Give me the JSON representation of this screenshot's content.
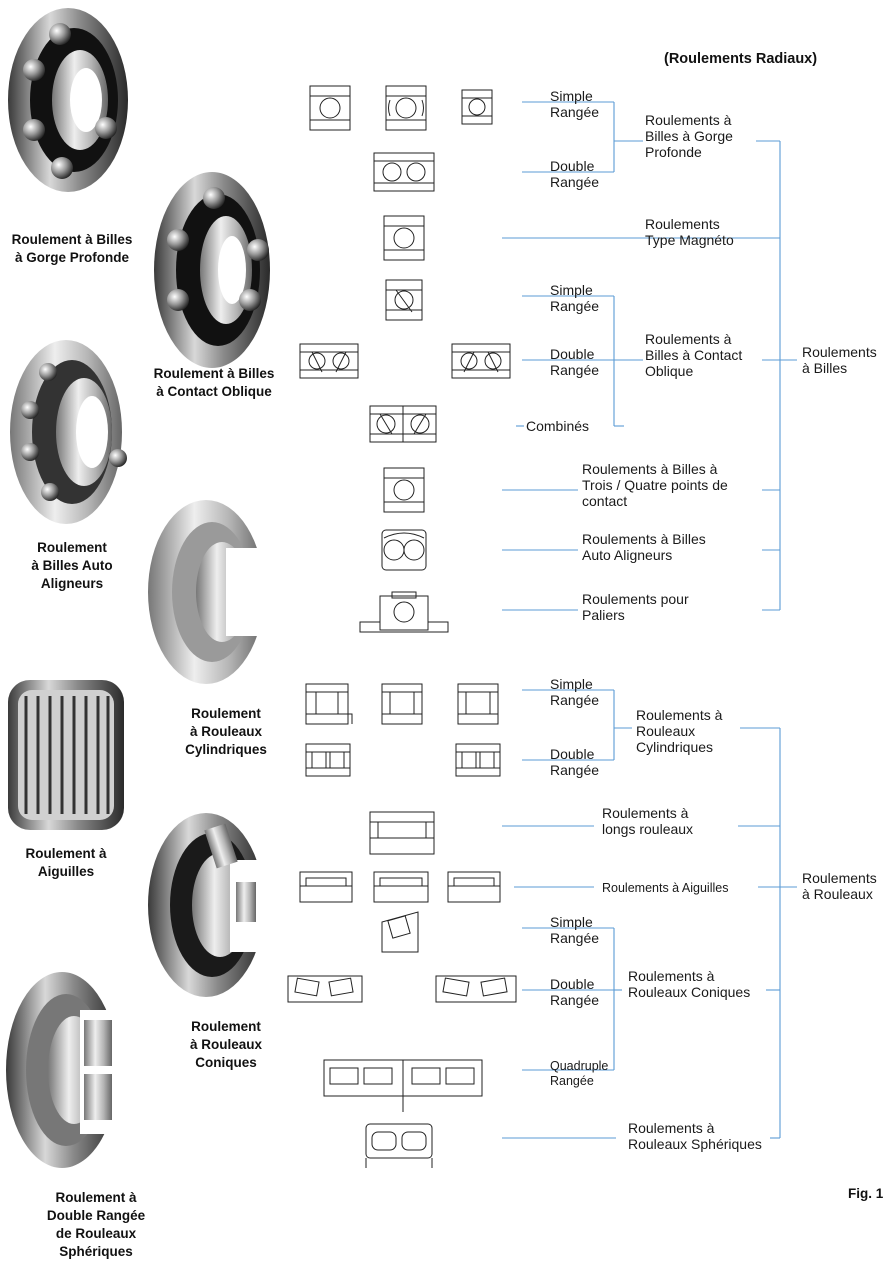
{
  "title": "(Roulements Radiaux)",
  "figure_label": "Fig. 1",
  "photo_captions": {
    "deep_groove": [
      "Roulement à Billes",
      "à Gorge Profonde"
    ],
    "angular_contact": [
      "Roulement à Billes",
      "à Contact Oblique"
    ],
    "self_aligning": [
      "Roulement",
      "à Billes Auto",
      "Aligneurs"
    ],
    "cylindrical": [
      "Roulement",
      "à Rouleaux",
      "Cylindriques"
    ],
    "needle": [
      "Roulement à",
      "Aiguilles"
    ],
    "tapered": [
      "Roulement",
      "à Rouleaux",
      "Coniques"
    ],
    "spherical": [
      "Roulement à",
      "Double Rangée",
      "de Rouleaux",
      "Sphériques"
    ]
  },
  "row_labels": {
    "simple": [
      "Simple",
      "Rangée"
    ],
    "double": [
      "Double",
      "Rangée"
    ],
    "combined": "Combinés",
    "quadruple": [
      "Quadruple",
      "Rangée"
    ]
  },
  "types": {
    "deep_groove": [
      "Roulements à",
      "Billes à Gorge",
      "Profonde"
    ],
    "magneto": [
      "Roulements",
      "Type Magnéto"
    ],
    "angular": [
      "Roulements à",
      "Billes à Contact",
      "Oblique"
    ],
    "four_point": [
      "Roulements à Billes à",
      "Trois / Quatre points de",
      "contact"
    ],
    "self_aligning": [
      "Roulements à Billes",
      "Auto Aligneurs"
    ],
    "bearing_unit": [
      "Roulements pour",
      "Paliers"
    ],
    "cylindrical": [
      "Roulements à",
      "Rouleaux",
      "Cylindriques"
    ],
    "long_roller": [
      "Roulements à",
      "longs rouleaux"
    ],
    "needle": "Roulements à Aiguilles",
    "tapered": [
      "Roulements à",
      "Rouleaux Coniques"
    ],
    "spherical": [
      "Roulements à",
      "Rouleaux Sphériques"
    ]
  },
  "groups": {
    "ball": [
      "Roulements",
      "à Billes"
    ],
    "roller": [
      "Roulements",
      "à Rouleaux"
    ]
  },
  "colors": {
    "connector_line": "#5b9bd5",
    "text": "#1a1a1a"
  },
  "icons": [
    "deep-groove-ball-bearing-photo",
    "angular-contact-ball-bearing-photo",
    "self-aligning-ball-bearing-photo",
    "cylindrical-roller-bearing-photo",
    "needle-roller-bearing-photo",
    "tapered-roller-bearing-photo",
    "spherical-roller-bearing-photo"
  ]
}
